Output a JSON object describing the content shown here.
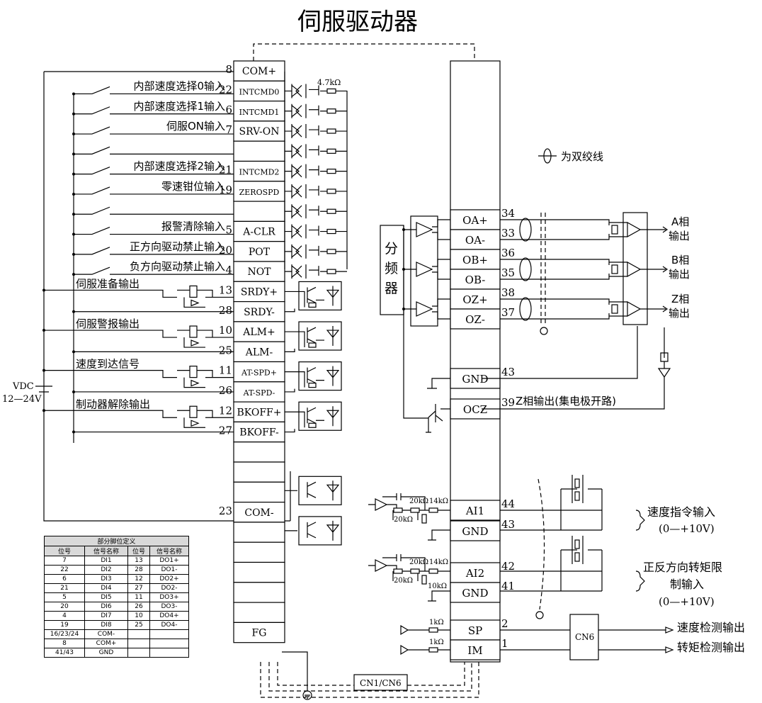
{
  "title": "伺服驱动器",
  "left_pins": [
    {
      "num": "8",
      "name": "COM+",
      "label": ""
    },
    {
      "num": "22",
      "name": "INTCMD0",
      "label": "内部速度选择0输入"
    },
    {
      "num": "6",
      "name": "INTCMD1",
      "label": "内部速度选择1输入"
    },
    {
      "num": "7",
      "name": "SRV-ON",
      "label": "伺服ON输入"
    },
    {
      "num": "",
      "name": "",
      "label": ""
    },
    {
      "num": "21",
      "name": "INTCMD2",
      "label": "内部速度选择2输入"
    },
    {
      "num": "19",
      "name": "ZEROSPD",
      "label": "零速钳位输入"
    },
    {
      "num": "",
      "name": "",
      "label": ""
    },
    {
      "num": "5",
      "name": "A-CLR",
      "label": "报警清除输入"
    },
    {
      "num": "20",
      "name": "POT",
      "label": "正方向驱动禁止输入"
    },
    {
      "num": "4",
      "name": "NOT",
      "label": "负方向驱动禁止输入"
    },
    {
      "num": "13",
      "name": "SRDY+",
      "label": "伺服准备输出"
    },
    {
      "num": "28",
      "name": "SRDY-",
      "label": ""
    },
    {
      "num": "10",
      "name": "ALM+",
      "label": "伺服警报输出"
    },
    {
      "num": "25",
      "name": "ALM-",
      "label": ""
    },
    {
      "num": "11",
      "name": "AT-SPD+",
      "label": "速度到达信号"
    },
    {
      "num": "26",
      "name": "AT-SPD-",
      "label": ""
    },
    {
      "num": "12",
      "name": "BKOFF+",
      "label": "制动器解除输出"
    },
    {
      "num": "27",
      "name": "BKOFF-",
      "label": ""
    },
    {
      "num": "",
      "name": "",
      "label": ""
    },
    {
      "num": "",
      "name": "",
      "label": ""
    },
    {
      "num": "",
      "name": "",
      "label": ""
    },
    {
      "num": "23",
      "name": "COM-",
      "label": ""
    },
    {
      "num": "",
      "name": "",
      "label": ""
    },
    {
      "num": "",
      "name": "",
      "label": ""
    },
    {
      "num": "",
      "name": "",
      "label": ""
    },
    {
      "num": "",
      "name": "",
      "label": ""
    },
    {
      "num": "",
      "name": "",
      "label": ""
    },
    {
      "num": "",
      "name": "FG",
      "label": ""
    }
  ],
  "right_pins": [
    {
      "num": "34",
      "name": "OA+"
    },
    {
      "num": "33",
      "name": "OA-"
    },
    {
      "num": "36",
      "name": "OB+"
    },
    {
      "num": "35",
      "name": "OB-"
    },
    {
      "num": "38",
      "name": "OZ+"
    },
    {
      "num": "37",
      "name": "OZ-"
    },
    {
      "num": "43",
      "name": "GND"
    },
    {
      "num": "39",
      "name": "OCZ"
    },
    {
      "num": "44",
      "name": "AI1"
    },
    {
      "num": "43",
      "name": "GND"
    },
    {
      "num": "42",
      "name": "AI2"
    },
    {
      "num": "41",
      "name": "GND"
    },
    {
      "num": "2",
      "name": "SP"
    },
    {
      "num": "1",
      "name": "IM"
    }
  ],
  "labels": {
    "resistor": "4.7kΩ",
    "twisted_pair": "为双绞线",
    "divider": [
      "分",
      "频",
      "器"
    ],
    "a_out": [
      "A相",
      "输出"
    ],
    "b_out": [
      "B相",
      "输出"
    ],
    "z_out": [
      "Z相",
      "输出"
    ],
    "ocz_desc": "Z相输出(集电极开路)",
    "vdc": "VDC",
    "vdc_range": "12—24V",
    "speed_cmd": [
      "速度指令输入",
      "(0—+10V)"
    ],
    "torque_limit": [
      "正反方向转矩限",
      "制输入",
      "(0—+10V)"
    ],
    "cn6": "CN6",
    "cn1_cn6": "CN1/CN6",
    "speed_out": "速度检测输出",
    "torque_out": "转矩检测输出",
    "res_20k": "20kΩ",
    "res_14k": "14kΩ",
    "res_10k": "10kΩ",
    "res_1k": "1kΩ"
  },
  "pin_table": {
    "caption": "部分脚位定义",
    "headers": [
      "位号",
      "信号名称",
      "位号",
      "信号名称"
    ],
    "rows": [
      [
        "7",
        "DI1",
        "13",
        "DO1+"
      ],
      [
        "22",
        "DI2",
        "28",
        "DO1-"
      ],
      [
        "6",
        "DI3",
        "12",
        "DO2+"
      ],
      [
        "21",
        "DI4",
        "27",
        "DO2-"
      ],
      [
        "5",
        "DI5",
        "11",
        "DO3+"
      ],
      [
        "20",
        "DI6",
        "26",
        "DO3-"
      ],
      [
        "4",
        "DI7",
        "10",
        "DO4+"
      ],
      [
        "19",
        "DI8",
        "25",
        "DO4-"
      ],
      [
        "16/23/24",
        "COM-",
        "",
        ""
      ],
      [
        "8",
        "COM+",
        "",
        ""
      ],
      [
        "41/43",
        "GND",
        "",
        ""
      ]
    ]
  }
}
